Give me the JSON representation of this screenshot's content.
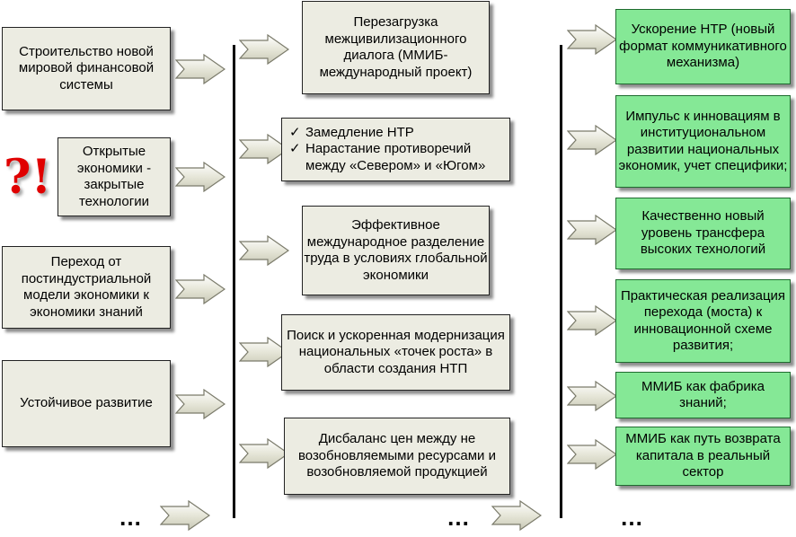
{
  "left": [
    "Строительство новой мировой финансовой системы",
    "Открытые экономики - закрытые технологии",
    "Переход от постиндустриальной модели экономики к экономики знаний",
    "Устойчивое развитие"
  ],
  "middle": {
    "box1": "Перезагрузка межцивилизационного диалога (ММИБ- международный проект)",
    "box2_items": [
      "Замедление НТР",
      "Нарастание противоречий между «Севером» и «Югом»"
    ],
    "box3": "Эффективное международное разделение труда в условиях глобальной экономики",
    "box4": "Поиск и ускоренная модернизация национальных «точек роста» в области создания НТП",
    "box5": "Дисбаланс цен между не возобновляемыми ресурсами и возобновляемой продукцией"
  },
  "right": [
    "Ускорение НТР (новый формат коммуникативного механизма)",
    "Импульс к инновациям в институциональном развитии национальных экономик, учет специфики;",
    "Качественно новый уровень трансфера высоких технологий",
    "Практическая реализация перехода (моста) к инновационной схеме развития;",
    "ММИБ как фабрика знаний;",
    "ММИБ как путь возврата капитала в реальный сектор"
  ],
  "ellipsis": "…",
  "question_mark": "?!",
  "check_mark": "✓",
  "colors": {
    "grey_box": "#ecece2",
    "green_box": "#85e896",
    "question_mark": "#e00000",
    "arrow_fill": "#ecece2"
  }
}
